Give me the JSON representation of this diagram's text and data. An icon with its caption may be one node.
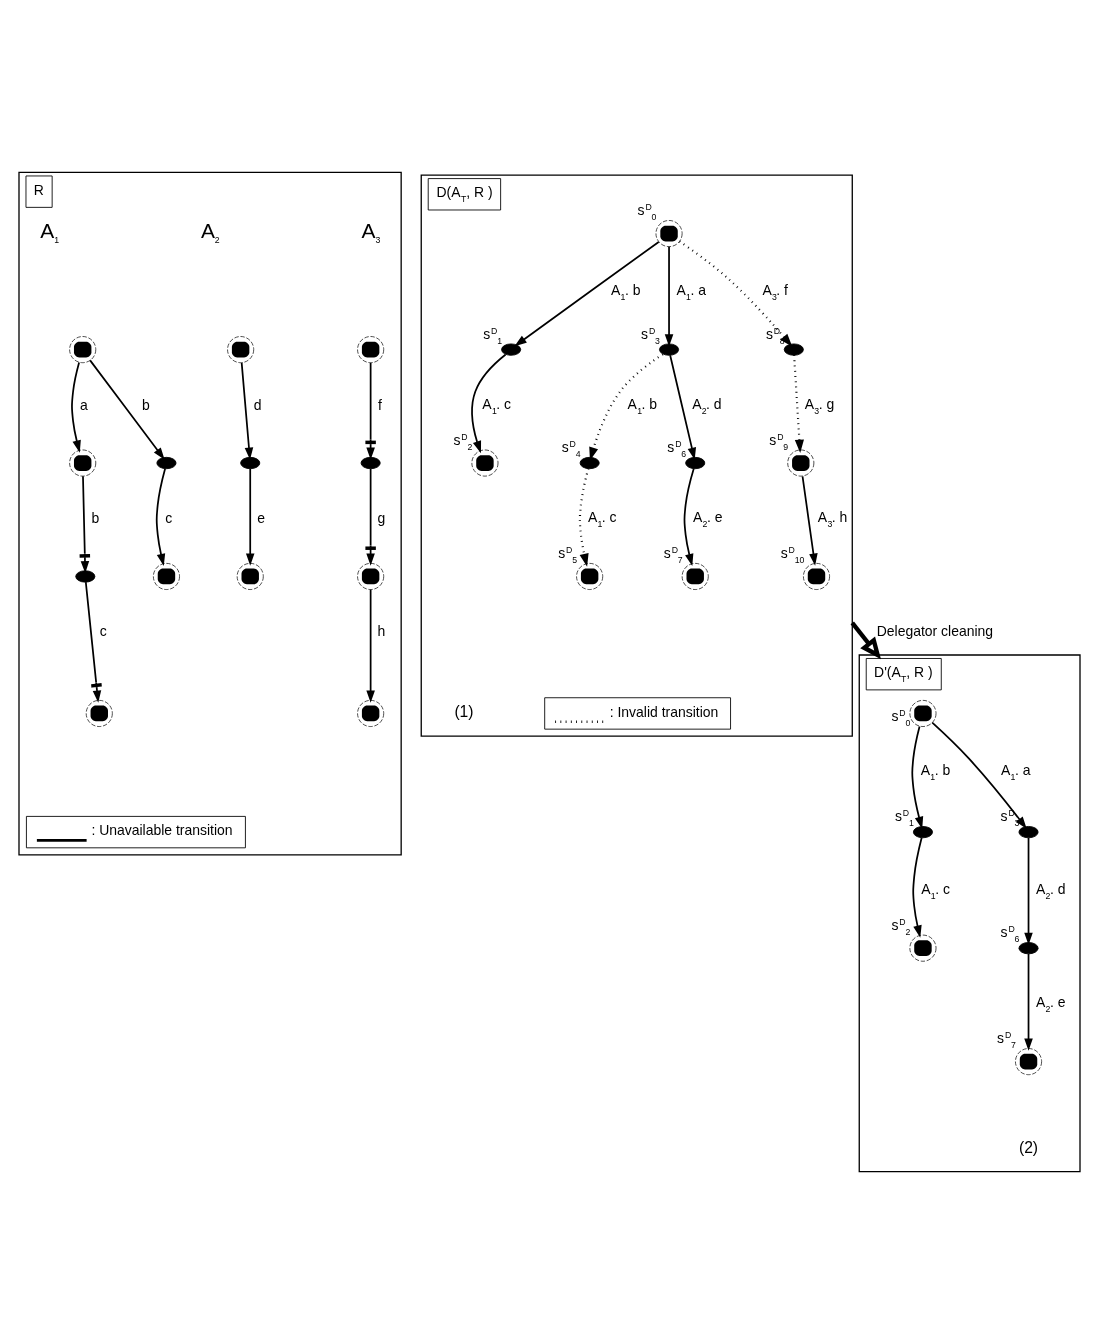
{
  "diagram": {
    "nodes": [
      {
        "text": [
          "R"
        ]
      },
      {
        "text": [],
        "shape": "circle",
        "in": 0
      },
      {
        "text": [],
        "shape": "circle",
        "in": 0
      },
      {
        "text": [],
        "shape": "ellipse",
        "in": 0
      },
      {
        "text": [],
        "shape": "ellipse",
        "in": 0
      },
      {
        "text": [],
        "shape": "circle",
        "in": 0
      },
      {
        "text": [],
        "shape": "circle",
        "in": 0
      },
      {
        "text": [],
        "shape": "circle",
        "in": 0
      },
      {
        "text": [],
        "shape": "ellipse",
        "in": 0
      },
      {
        "text": [],
        "shape": "circle",
        "in": 0
      },
      {
        "text": [],
        "shape": "circle",
        "in": 0
      },
      {
        "text": [],
        "shape": "ellipse",
        "in": 0
      },
      {
        "text": [],
        "shape": "circle",
        "in": 0
      },
      {
        "text": [],
        "shape": "circle",
        "in": 0
      },
      {
        "text": [
          "D(A$_{T}$, R )"
        ]
      },
      {
        "text": [],
        "shape": "circle",
        "in": 14,
        "beside": [
          "s$^{D}$$_{0}$"
        ]
      },
      {
        "text": [],
        "shape": "ellipse",
        "in": 14,
        "beside": [
          "s$^{D}$$_{1}$"
        ]
      },
      {
        "text": [],
        "shape": "ellipse",
        "in": 14,
        "beside": [
          "s$^{D}$$_{3}$"
        ]
      },
      {
        "text": [],
        "shape": "ellipse",
        "in": 14,
        "beside": [
          "s$^{D}$$_{8}$"
        ]
      },
      {
        "text": [],
        "shape": "circle",
        "in": 14,
        "beside": [
          "s$^{D}$$_{2}$"
        ]
      },
      {
        "text": [],
        "shape": "ellipse",
        "in": 14,
        "beside": [
          "s$^{D}$$_{4}$"
        ]
      },
      {
        "text": [],
        "shape": "ellipse",
        "in": 14,
        "beside": [
          "s$^{D}$$_{6}$"
        ]
      },
      {
        "text": [],
        "shape": "circle",
        "in": 14,
        "beside": [
          "s$^{D}$$_{9}$"
        ]
      },
      {
        "text": [],
        "shape": "circle",
        "in": 14,
        "beside": [
          "s$^{D}$$_{5}$"
        ]
      },
      {
        "text": [],
        "shape": "circle",
        "in": 14,
        "beside": [
          "s$^{D}$$_{7}$"
        ]
      },
      {
        "text": [],
        "shape": "circle",
        "in": 14,
        "beside": [
          "s$^{D}$$_{10}$"
        ]
      },
      {
        "text": [
          "D'(A$_{T}$, R )"
        ]
      },
      {
        "text": [],
        "shape": "circle",
        "in": 26,
        "beside": [
          "s$^{D}$$_{0}$"
        ]
      },
      {
        "text": [],
        "shape": "ellipse",
        "in": 26,
        "beside": [
          "s$^{D}$$_{1}$"
        ]
      },
      {
        "text": [],
        "shape": "ellipse",
        "in": 26,
        "beside": [
          "s$^{D}$$_{3}$"
        ]
      },
      {
        "text": [],
        "shape": "circle",
        "in": 26,
        "beside": [
          "s$^{D}$$_{2}$"
        ]
      },
      {
        "text": [],
        "shape": "ellipse",
        "in": 26,
        "beside": [
          "s$^{D}$$_{6}$"
        ]
      },
      {
        "text": [],
        "shape": "circle",
        "in": 26,
        "beside": [
          "s$^{D}$$_{7}$"
        ]
      }
    ],
    "edges": [
      {
        "from": 1,
        "to": 2,
        "arrow": "to",
        "label": "a"
      },
      {
        "from": 1,
        "to": 3,
        "arrow": "to",
        "label": "b"
      },
      {
        "from": 2,
        "to": 4,
        "arrow": "to",
        "label": "b"
      },
      {
        "from": 4,
        "to": 6,
        "arrow": "to",
        "label": "c"
      },
      {
        "from": 3,
        "to": 5,
        "arrow": "to",
        "label": "c"
      },
      {
        "from": 7,
        "to": 8,
        "arrow": "to",
        "label": "d"
      },
      {
        "from": 8,
        "to": 9,
        "arrow": "to",
        "label": "e"
      },
      {
        "from": 10,
        "to": 11,
        "arrow": "to",
        "label": "f"
      },
      {
        "from": 11,
        "to": 12,
        "arrow": "to",
        "label": "g"
      },
      {
        "from": 12,
        "to": 13,
        "arrow": "to",
        "label": "h"
      },
      {
        "from": 15,
        "to": 16,
        "arrow": "to",
        "label": "A$_{1}$. b"
      },
      {
        "from": 15,
        "to": 17,
        "arrow": "to",
        "label": "A$_{1}$. a"
      },
      {
        "from": 15,
        "to": 18,
        "arrow": "to",
        "label": "A$_{3}$. f",
        "style": "dashed"
      },
      {
        "from": 16,
        "to": 19,
        "arrow": "to",
        "label": "A$_{1}$. c"
      },
      {
        "from": 17,
        "to": 20,
        "arrow": "to",
        "label": "A$_{1}$. b",
        "style": "dashed"
      },
      {
        "from": 17,
        "to": 21,
        "arrow": "to",
        "label": "A$_{2}$. d"
      },
      {
        "from": 18,
        "to": 22,
        "arrow": "to",
        "label": "A$_{3}$. g",
        "style": "dashed"
      },
      {
        "from": 20,
        "to": 23,
        "arrow": "to",
        "label": "A$_{1}$. c",
        "style": "dashed"
      },
      {
        "from": 21,
        "to": 24,
        "arrow": "to",
        "label": "A$_{2}$. e"
      },
      {
        "from": 22,
        "to": 25,
        "arrow": "to",
        "label": "A$_{3}$. h"
      },
      {
        "from": 27,
        "to": 28,
        "arrow": "to",
        "label": "A$_{1}$. b"
      },
      {
        "from": 27,
        "to": 29,
        "arrow": "to",
        "label": "A$_{1}$. a"
      },
      {
        "from": 28,
        "to": 30,
        "arrow": "to",
        "label": "A$_{1}$. c"
      },
      {
        "from": 29,
        "to": 31,
        "arrow": "to",
        "label": "A$_{2}$. d"
      },
      {
        "from": 31,
        "to": 32,
        "arrow": "to",
        "label": "A$_{2}$. e"
      },
      {
        "from": 14,
        "to": 26,
        "arrow": "to",
        "label": "Delegator cleaning",
        "style": "thick"
      }
    ],
    "labels": [
      "A$_{1}$",
      "A$_{2}$",
      "A$_{3}$",
      "(1)",
      "(2)"
    ],
    "legend": [
      {
        "text": ": Unavailable transition"
      },
      {
        "text": ": Invalid transition"
      }
    ]
  }
}
